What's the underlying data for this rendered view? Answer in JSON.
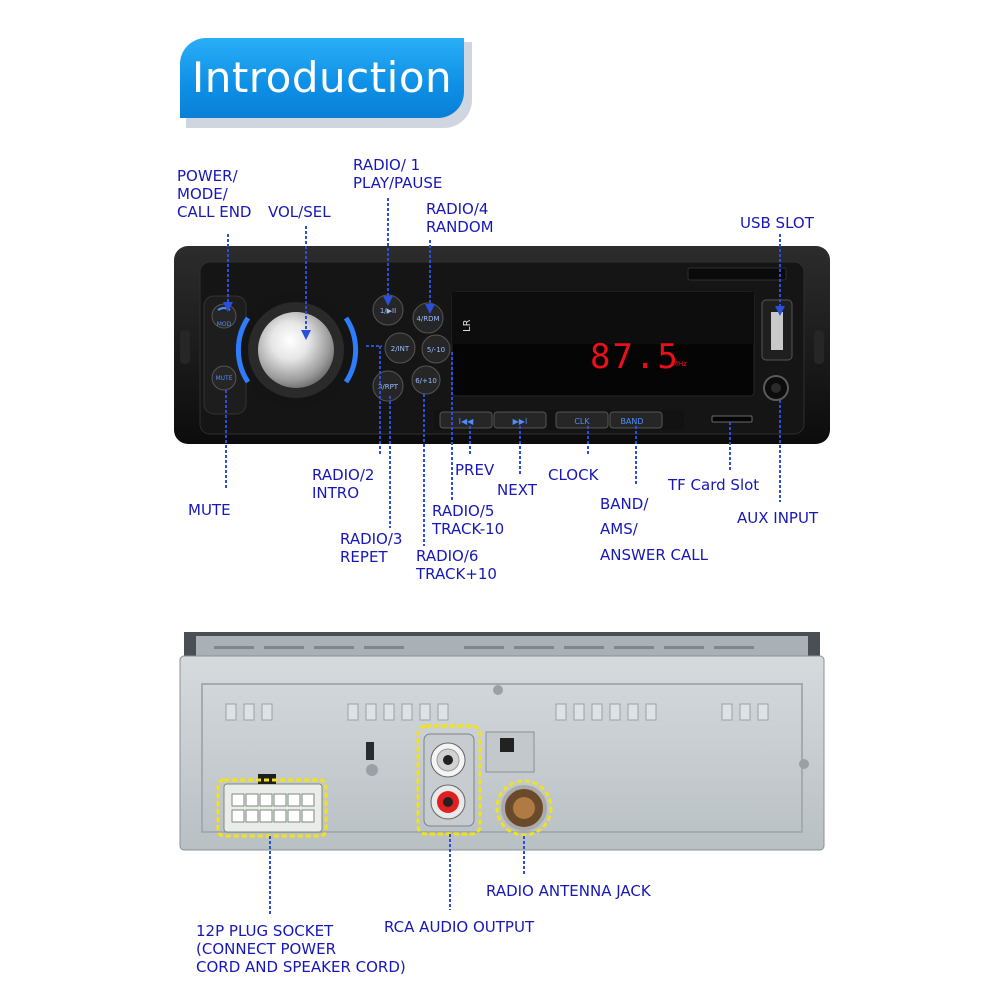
{
  "title": "Introduction",
  "front_panel": {
    "buttons": {
      "mode": "MOD",
      "mute": "MUTE",
      "b1": "1/▶II",
      "b2": "2/INT",
      "b3": "3/RPT",
      "b4": "4/RDM",
      "b5": "5/-10",
      "b6": "6/+10",
      "prev": "I◀◀",
      "next": "▶▶I",
      "clk": "CLK",
      "band": "BAND"
    },
    "display": {
      "frequency": "87.5",
      "unit": "MHz"
    }
  },
  "callouts": {
    "power_mode": "POWER/\nMODE/\nCALL END",
    "vol_sel": "VOL/SEL",
    "radio1": "RADIO/ 1\nPLAY/PAUSE",
    "radio4": "RADIO/4\nRANDOM",
    "usb_slot": "USB SLOT",
    "mute": "MUTE",
    "radio2": "RADIO/2\nINTRO",
    "radio3": "RADIO/3\nREPET",
    "prev": "PREV",
    "next": "NEXT",
    "radio5": "RADIO/5\nTRACK-10",
    "radio6": "RADIO/6\nTRACK+10",
    "clock": "CLOCK",
    "band": "BAND/",
    "ams": "AMS/",
    "answer_call": "ANSWER CALL",
    "tf_card": "TF Card Slot",
    "aux_input": "AUX INPUT",
    "plug_socket": "12P PLUG SOCKET\n(CONNECT POWER\nCORD AND SPEAKER CORD)",
    "rca_output": "RCA AUDIO OUTPUT",
    "antenna_jack": "RADIO ANTENNA JACK"
  },
  "colors": {
    "label_blue": "#1717b8",
    "banner_blue": "#1a9ff0",
    "display_red": "#e8101a",
    "highlight_yellow": "#f2e21c"
  }
}
